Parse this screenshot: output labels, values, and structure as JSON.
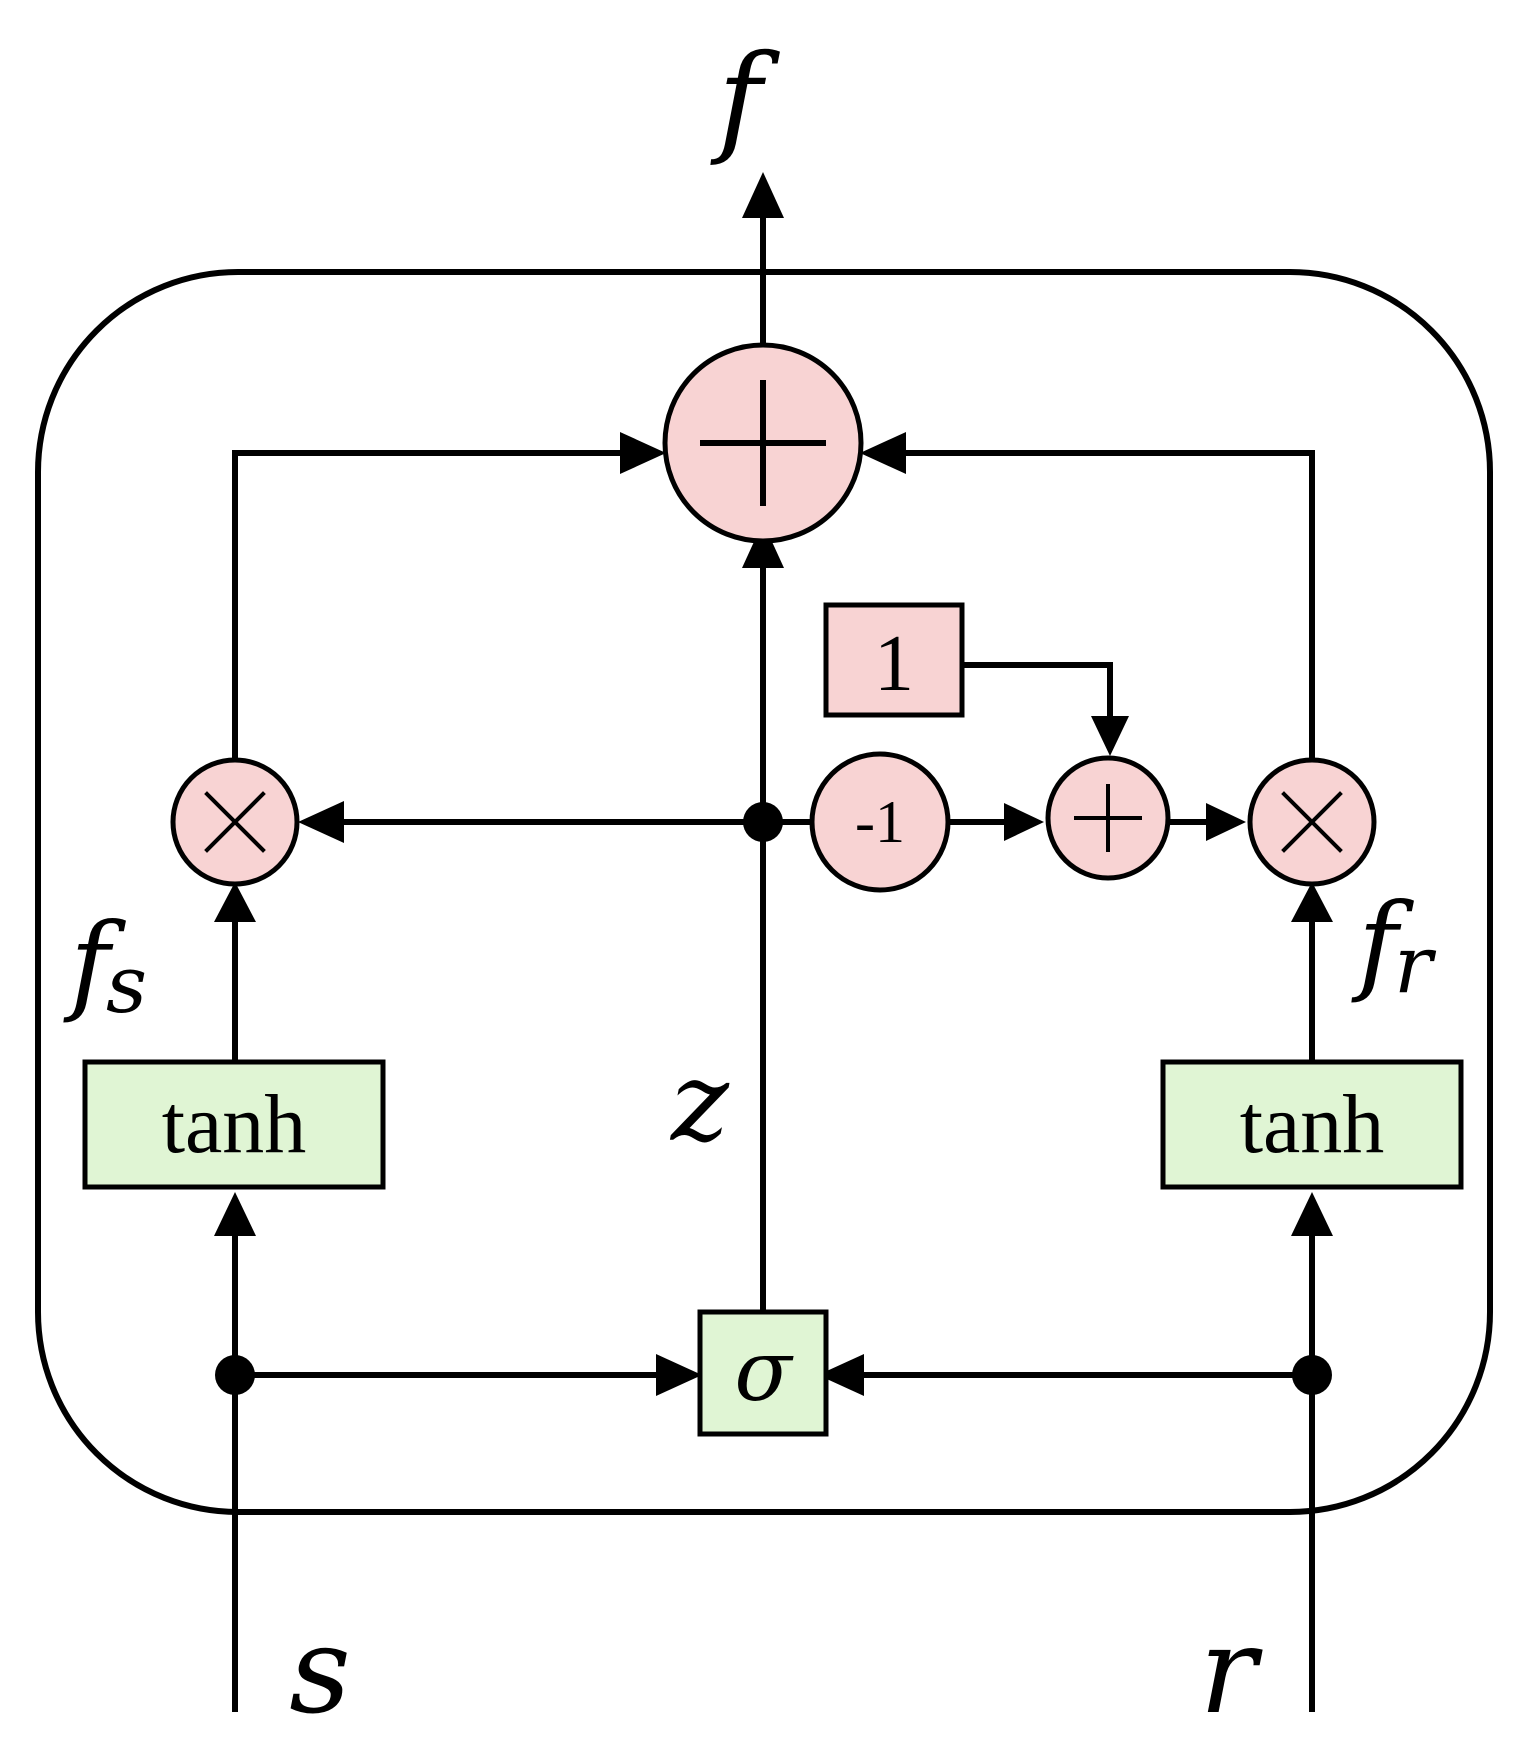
{
  "labels": {
    "output": "f",
    "input_s": "s",
    "input_r": "r",
    "gate": "z",
    "branch_s_main": "f",
    "branch_s_sub": "s",
    "branch_r_main": "f",
    "branch_r_sub": "r"
  },
  "boxes": {
    "tanh_left": "tanh",
    "tanh_right": "tanh",
    "sigma": "σ",
    "constant_one": "1",
    "negate": "-1"
  },
  "colors": {
    "operation_fill": "#f8d3d3",
    "activation_fill": "#e0f5d4",
    "stroke": "#000000"
  }
}
